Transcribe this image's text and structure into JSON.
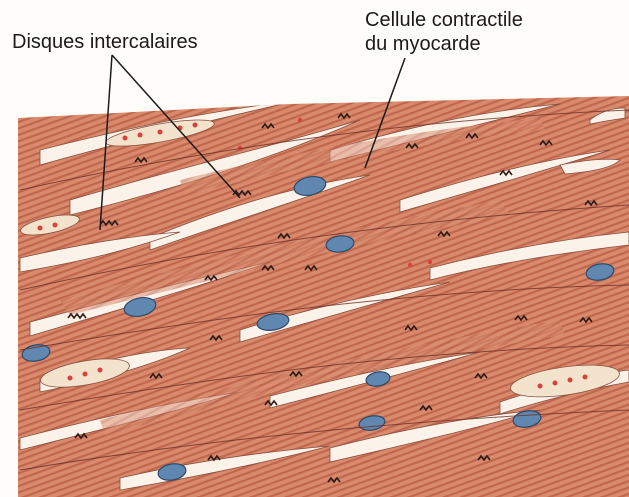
{
  "labels": {
    "intercalated_discs": "Disques intercalaires",
    "contractile_cell_line1": "Cellule contractile",
    "contractile_cell_line2": "du myocarde"
  },
  "colors": {
    "background": "#fffdf9",
    "fiber_fill": "#d98a6c",
    "fiber_stripe": "#b85a44",
    "gap": "#fbf3ea",
    "nucleus": "#5f87b0",
    "disc": "#2a1c18",
    "leader_line": "#1c1a1a"
  }
}
